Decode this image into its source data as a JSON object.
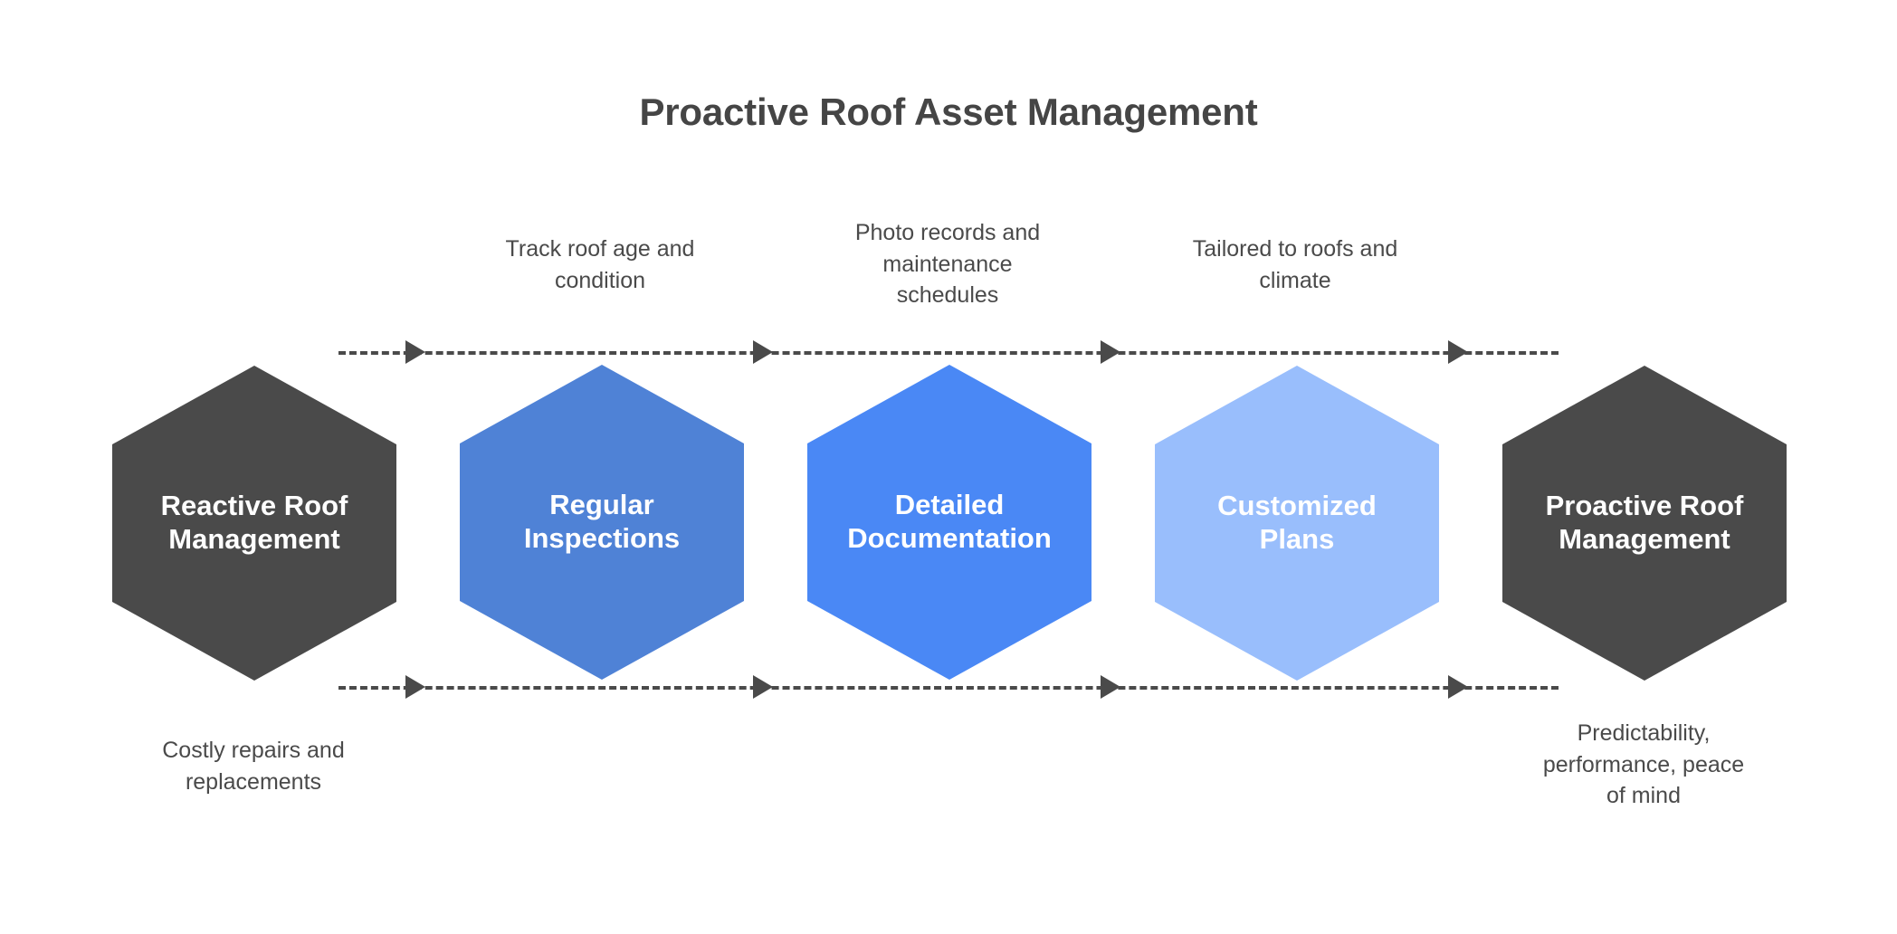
{
  "title": "Proactive Roof Asset Management",
  "colors": {
    "background": "#ffffff",
    "title_text": "#454545",
    "annotation_text": "#4a4a4a",
    "connector": "#4a4a4a",
    "hex_dark": "#4a4a4a",
    "hex_blue_medium": "#4f82d6",
    "hex_blue_bright": "#4a88f5",
    "hex_blue_light": "#99befc",
    "hex_label_text": "#ffffff"
  },
  "nodes": [
    {
      "id": "reactive-roof-management",
      "label": "Reactive Roof\nManagement",
      "color": "#4a4a4a"
    },
    {
      "id": "regular-inspections",
      "label": "Regular\nInspections",
      "color": "#4f82d6"
    },
    {
      "id": "detailed-documentation",
      "label": "Detailed\nDocumentation",
      "color": "#4a88f5"
    },
    {
      "id": "customized-plans",
      "label": "Customized\nPlans",
      "color": "#99befc"
    },
    {
      "id": "proactive-roof-management",
      "label": "Proactive Roof\nManagement",
      "color": "#4a4a4a"
    }
  ],
  "annotations": {
    "top": [
      {
        "id": "track-roof-age",
        "text": "Track roof age and\ncondition"
      },
      {
        "id": "photo-records",
        "text": "Photo records and\nmaintenance\nschedules"
      },
      {
        "id": "tailored-to-roofs",
        "text": "Tailored to roofs and\nclimate"
      }
    ],
    "bottom": [
      {
        "id": "costly-repairs",
        "text": "Costly repairs and\nreplacements"
      },
      {
        "id": "predictability",
        "text": "Predictability,\nperformance, peace\nof mind"
      }
    ]
  },
  "connectors": {
    "style": "dashed",
    "direction": "left-to-right",
    "arrow_count_per_row": 4,
    "rows": [
      "top",
      "bottom"
    ]
  }
}
